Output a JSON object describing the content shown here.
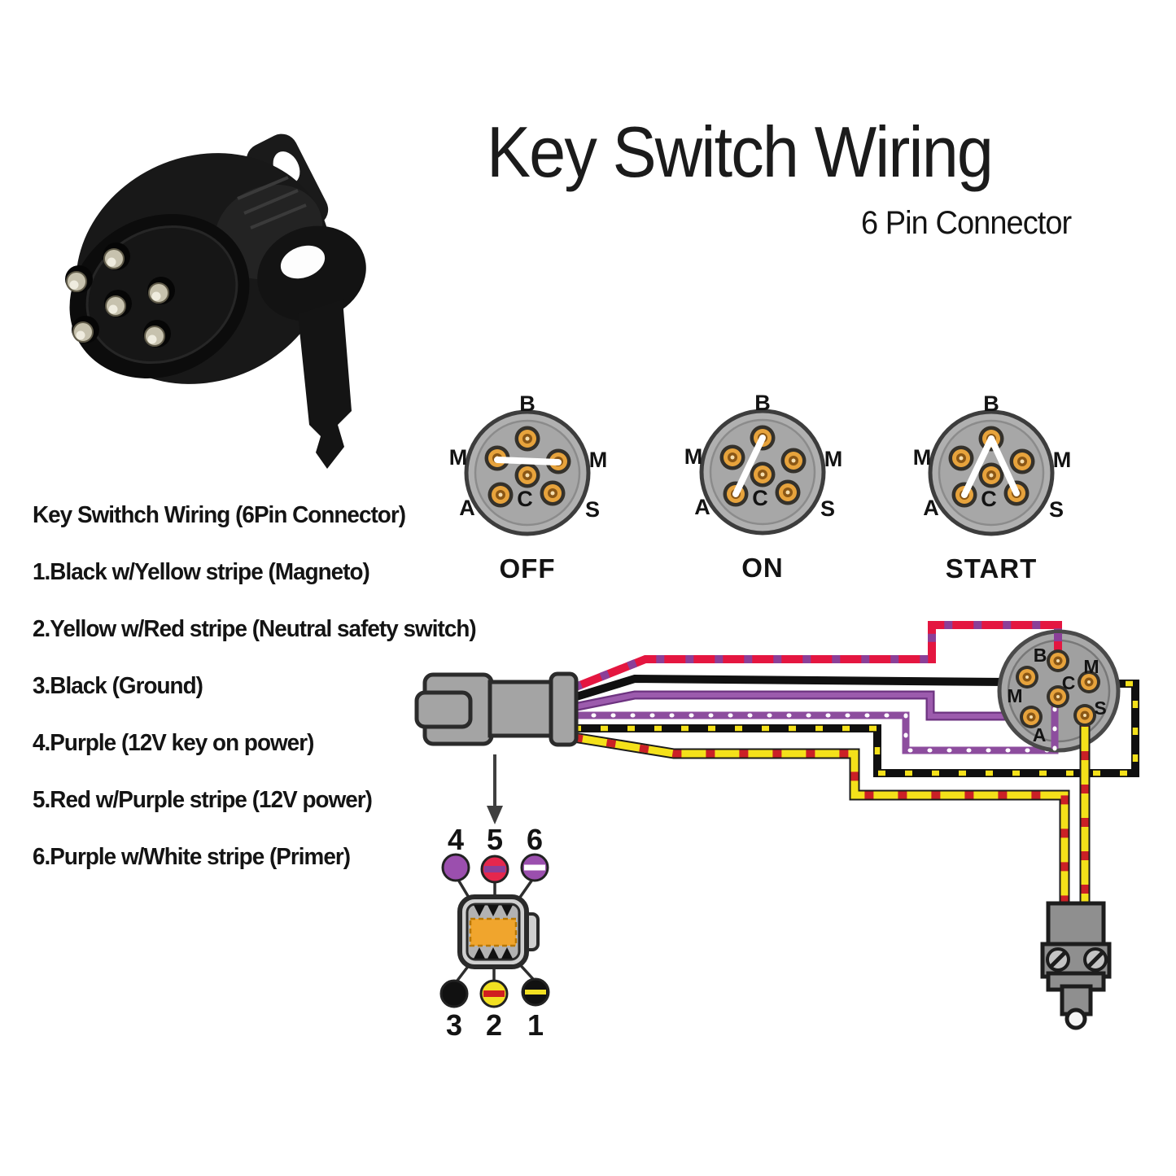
{
  "title": "Key Switch Wiring",
  "subtitle": "6 Pin Connector",
  "legend": {
    "heading": "Key Swithch Wiring (6Pin Connector)",
    "items": [
      "1.Black w/Yellow stripe (Magneto)",
      "2.Yellow w/Red stripe (Neutral safety switch)",
      "3.Black (Ground)",
      "4.Purple (12V key on power)",
      "5.Red w/Purple stripe (12V power)",
      "6.Purple w/White stripe (Primer)"
    ]
  },
  "pin_letters": {
    "b": "B",
    "m": "M",
    "c": "C",
    "a": "A",
    "s": "S"
  },
  "positions": [
    {
      "label": "OFF",
      "bridge": "M-M"
    },
    {
      "label": "ON",
      "bridge": "B-A"
    },
    {
      "label": "START",
      "bridge": "B-A, B-S"
    }
  ],
  "pinout": {
    "top": [
      {
        "num": "4",
        "wire": "purple"
      },
      {
        "num": "5",
        "wire": "red w/purple stripe"
      },
      {
        "num": "6",
        "wire": "purple w/white stripe"
      }
    ],
    "bottom": [
      {
        "num": "3",
        "wire": "black"
      },
      {
        "num": "2",
        "wire": "yellow w/red stripe"
      },
      {
        "num": "1",
        "wire": "black w/yellow stripe"
      }
    ]
  },
  "colors": {
    "wire_red": "#e41640",
    "wire_purple": "#9a55a8",
    "wire_yellow": "#f4e11a",
    "wire_black": "#101010",
    "stripe_white": "#ffffff",
    "stripe_red": "#cb2026",
    "stripe_purple": "#8b3f98",
    "pin_orange": "#e7a33c",
    "connector_gray": "#a8a8a8"
  }
}
